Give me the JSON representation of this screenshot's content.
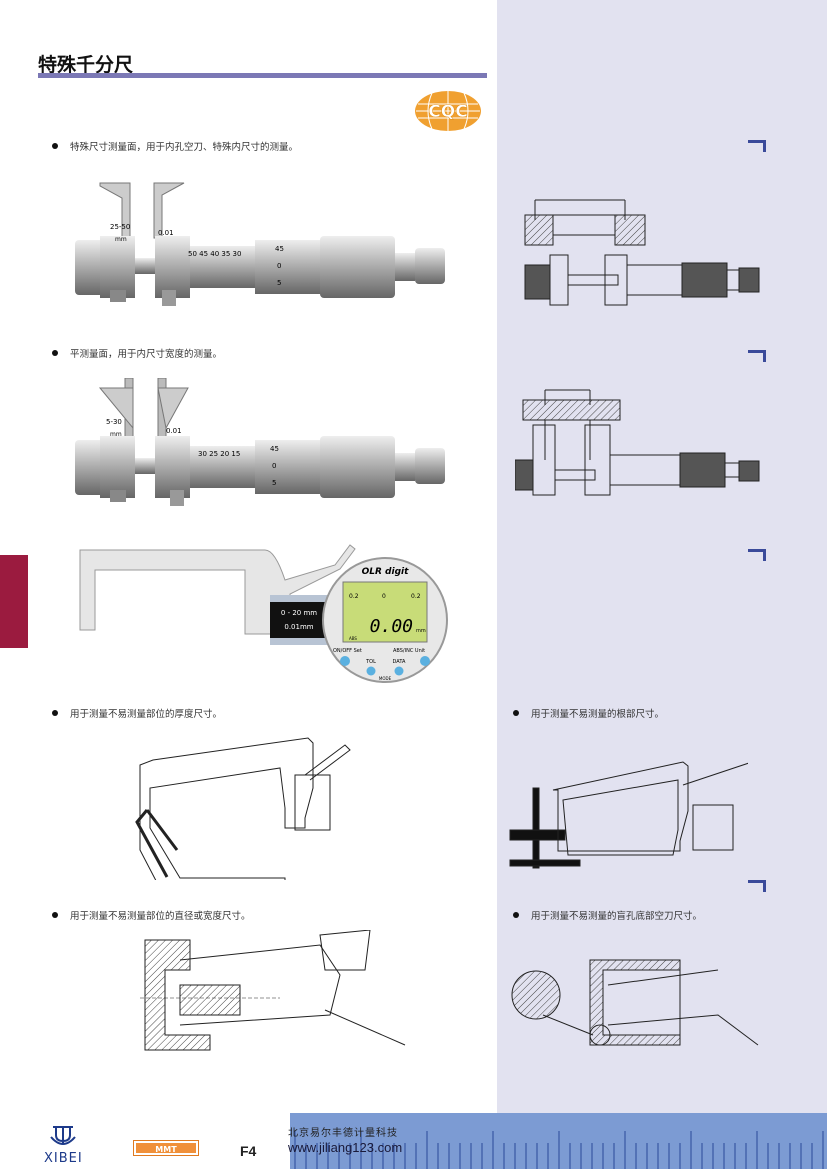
{
  "title": "特殊千分尺",
  "logo_cqc": "CQC",
  "bullets": {
    "b1": "特殊尺寸测量面，用于内孔空刀、特殊内尺寸的测量。",
    "b2": "平测量面，用于内尺寸宽度的测量。",
    "b3": "用于测量不易测量部位的厚度尺寸。",
    "b4": "用于测量不易测量的根部尺寸。",
    "b5": "用于测量不易测量部位的直径或宽度尺寸。",
    "b6": "用于测量不易测量的盲孔底部空刀尺寸。"
  },
  "mic1": {
    "range": "25-50",
    "unit": "mm",
    "res": "0.01",
    "scale": "50 45 40 35 30",
    "t1": "45",
    "t2": "0",
    "t3": "5"
  },
  "mic2": {
    "range": "5-30",
    "unit": "mm",
    "res": "0.01",
    "scale": "30 25 20 15",
    "t1": "45",
    "t2": "0",
    "t3": "5"
  },
  "gauge": {
    "brand": "OLR digit",
    "range": "0 - 20 mm",
    "res": "0.01mm",
    "reading": "0.00",
    "scale_l": "0.2",
    "scale_c": "0",
    "scale_r": "0.2",
    "abs": "ABS",
    "mm": "mm",
    "btn_onoff": "ON/OFF  Set",
    "btn_tol": "TOL",
    "btn_data": "DATA",
    "btn_abs": "ABS/INC  Unit",
    "mode": "MODE"
  },
  "footer": {
    "brand": "XIBEI",
    "mmt": "MMT",
    "page": "F4",
    "company": "北京易尔丰德计量科技",
    "url": "www.jiliang123.com"
  }
}
